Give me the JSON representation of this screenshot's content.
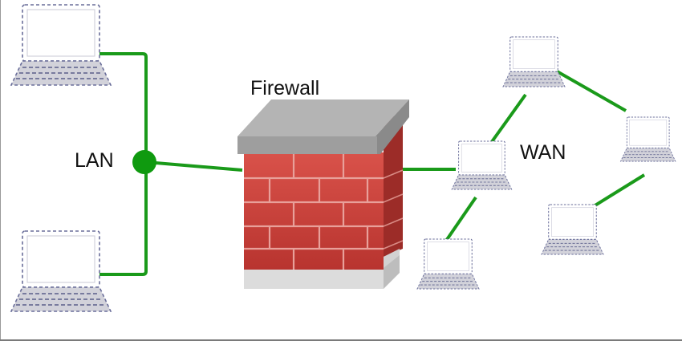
{
  "diagram": {
    "firewall_label": "Firewall",
    "lan_label": "LAN",
    "wan_label": "WAN"
  },
  "colors": {
    "link": "#1a9a1a",
    "hub": "#0f9a0f",
    "brick": "#c9403a",
    "mortar": "#e8a09a",
    "cap": "#a8a8a8",
    "device_outline": "#6a6e9a"
  },
  "icons": [
    "laptop-icon",
    "hub-node-icon",
    "firewall-brick-wall-icon"
  ]
}
